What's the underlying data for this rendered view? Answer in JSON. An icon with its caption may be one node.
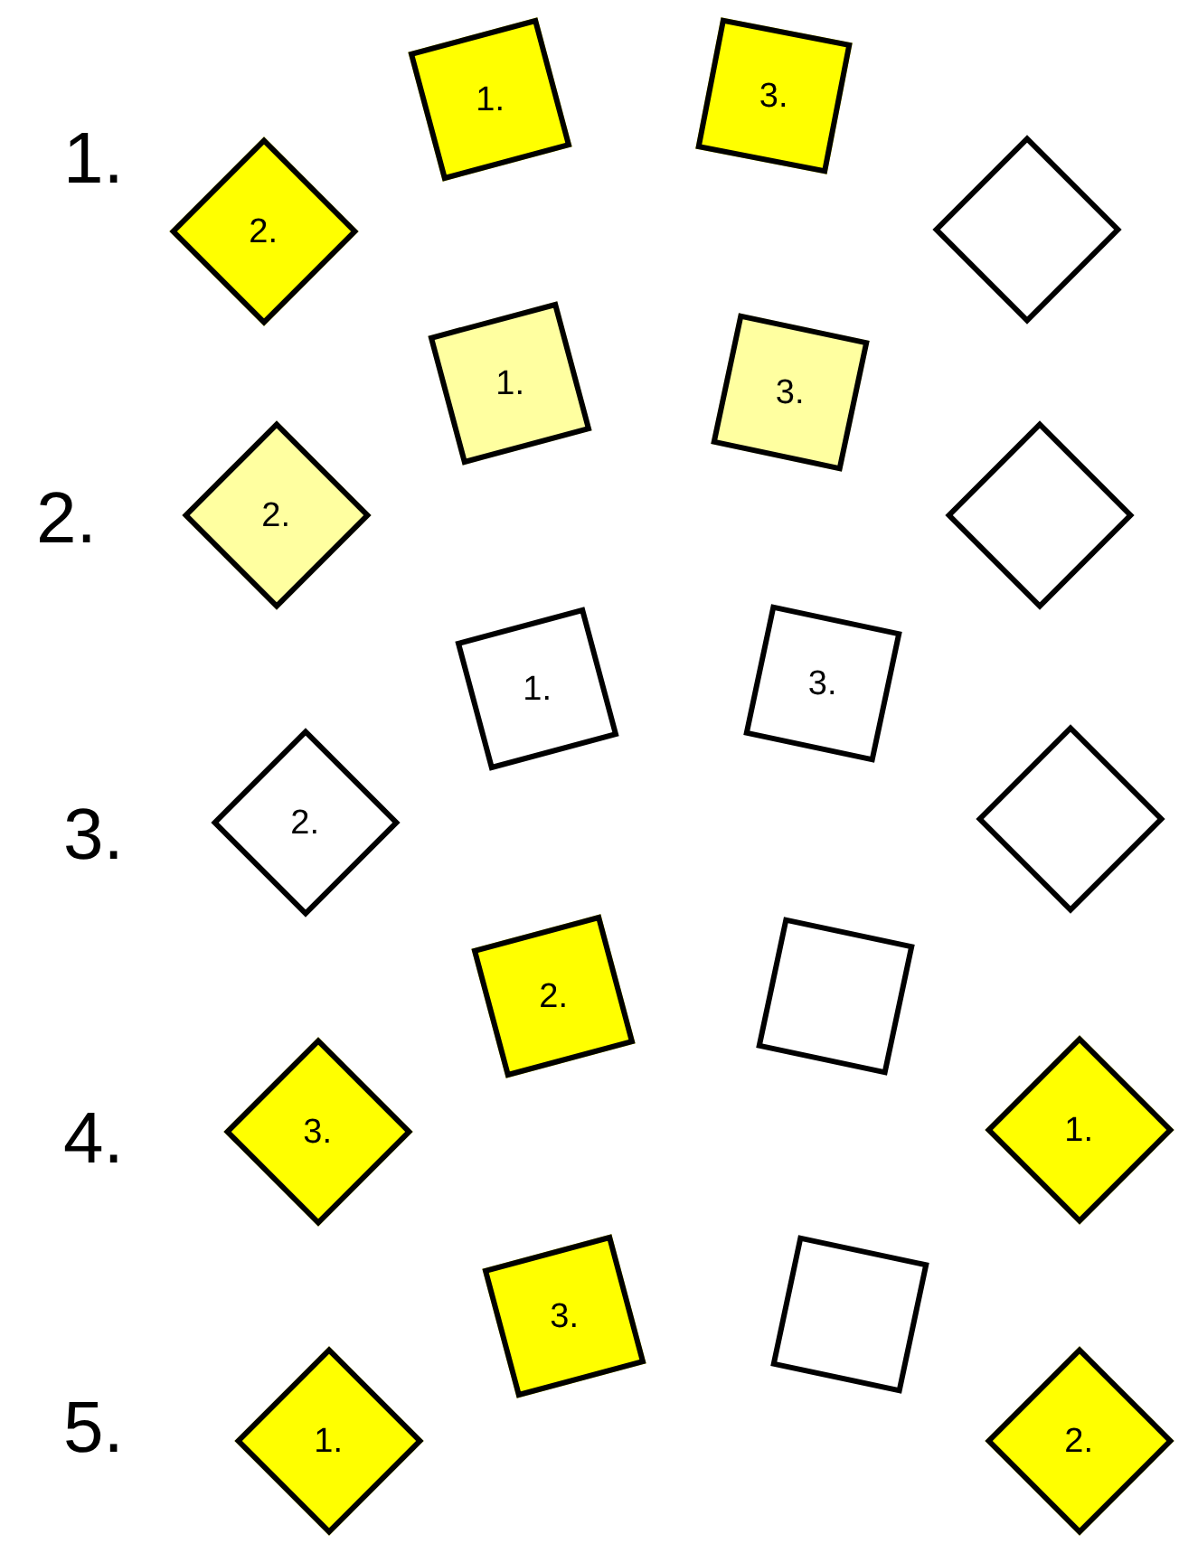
{
  "diagram": {
    "nodes": [
      {
        "text": [
          "2."
        ]
      },
      {
        "text": [
          "1."
        ]
      },
      {
        "text": [
          "3."
        ]
      },
      {
        "text": [],
        "shape": "box"
      },
      {
        "text": [
          "2."
        ]
      },
      {
        "text": [
          "1."
        ]
      },
      {
        "text": [
          "3."
        ]
      },
      {
        "text": [],
        "shape": "box"
      },
      {
        "text": [
          "2."
        ]
      },
      {
        "text": [
          "1."
        ]
      },
      {
        "text": [
          "3."
        ]
      },
      {
        "text": [],
        "shape": "box"
      },
      {
        "text": [
          "3."
        ]
      },
      {
        "text": [
          "2."
        ]
      },
      {
        "text": [],
        "shape": "box"
      },
      {
        "text": [
          "1."
        ]
      },
      {
        "text": [
          "1."
        ]
      },
      {
        "text": [
          "3."
        ]
      },
      {
        "text": [],
        "shape": "box"
      },
      {
        "text": [
          "2."
        ]
      }
    ],
    "labels": [
      "1.",
      "2.",
      "3.",
      "4.",
      "5."
    ]
  }
}
